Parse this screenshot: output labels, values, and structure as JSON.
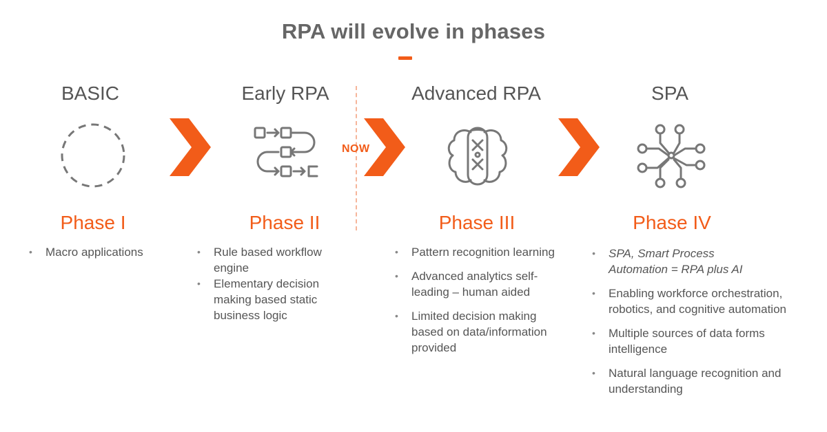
{
  "title": "RPA will evolve in phases",
  "now_label": "NOW",
  "colors": {
    "accent": "#f25c19",
    "text": "#555555",
    "icon": "#777777",
    "divider": "#f6b59a"
  },
  "phases": [
    {
      "name": "BASIC",
      "label": "Phase I",
      "icon": "dashed-circle-icon",
      "bullets": [
        "Macro applications"
      ]
    },
    {
      "name": "Early RPA",
      "label": "Phase II",
      "icon": "workflow-icon",
      "bullets": [
        "Rule based workflow engine",
        "Elementary decision making based static business logic"
      ]
    },
    {
      "name": "Advanced RPA",
      "label": "Phase III",
      "icon": "brain-dna-icon",
      "bullets": [
        "Pattern recognition learning",
        "Advanced analytics self-leading – human aided",
        "Limited decision making based on data/information provided"
      ]
    },
    {
      "name": "SPA",
      "label": "Phase IV",
      "icon": "circuit-network-icon",
      "bullets": [
        "SPA, Smart Process Automation = RPA plus AI",
        "Enabling workforce orchestration, robotics, and cognitive automation",
        "Multiple sources of data forms intelligence",
        "Natural language recognition and understanding"
      ]
    }
  ]
}
